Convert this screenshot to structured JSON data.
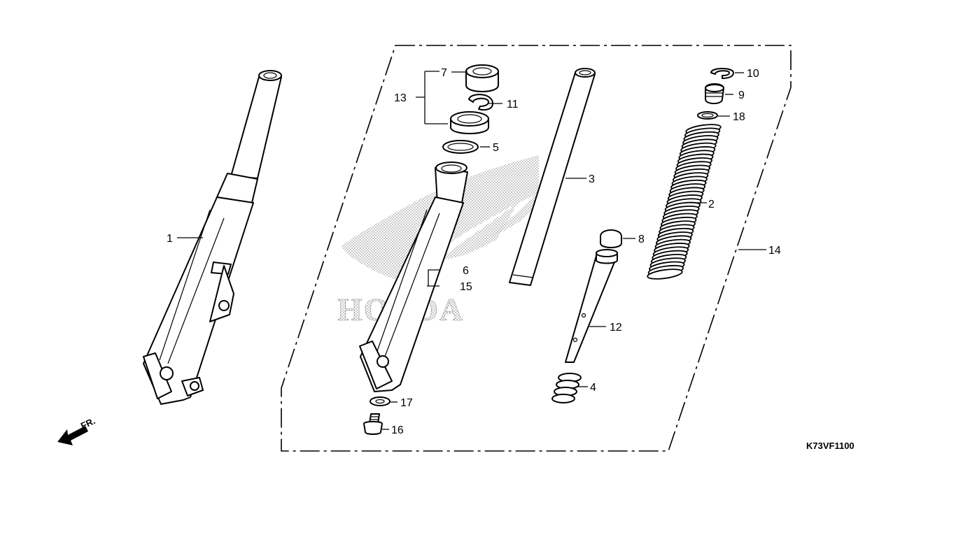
{
  "diagram": {
    "code": "K73VF1100",
    "direction_label": "FR.",
    "brand_watermark": "HONDA",
    "callouts": {
      "p1": "1",
      "p2": "2",
      "p3": "3",
      "p4": "4",
      "p5": "5",
      "p6": "6",
      "p7": "7",
      "p8": "8",
      "p9": "9",
      "p10": "10",
      "p11": "11",
      "p12": "12",
      "p13": "13",
      "p14": "14",
      "p15": "15",
      "p16": "16",
      "p17": "17",
      "p18": "18"
    }
  }
}
